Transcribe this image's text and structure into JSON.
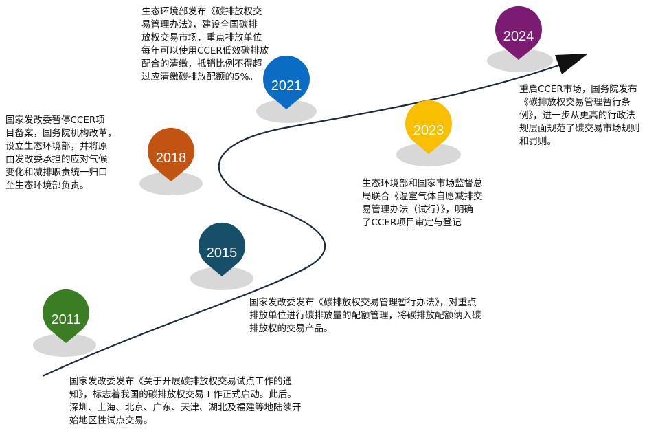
{
  "events": [
    {
      "year": "2011",
      "color": "#3b7d23",
      "text": "国家发改委发布《关于开展碳排放权交易试点工作的通\n知》，标志着我国的碳排放权交易工作正式启动。此后。\n深圳、上海、北京、广东、天津、湖北及福建等地陆续开\n始地区性试点交易。"
    },
    {
      "year": "2015",
      "color": "#174e68",
      "text": "国家发改委发布《碳排放权交易管理暂行办法》，对重点\n排放单位进行碳排放量的配额管理，将碳排放配额纳入碳\n排放权的交易产品。"
    },
    {
      "year": "2018",
      "color": "#c25413",
      "text": "国家发改委暂停CCER项\n目备案，国务院机构改革，\n设立生态环境部，并将原\n由发改委承担的应对气候\n变化和减排职责统一归口\n至生态环境部负责。"
    },
    {
      "year": "2021",
      "color": "#0b6cc4",
      "text": "生态环境部发布《碳排放权交\n易管理办法》，建设全国碳排\n放权交易市场，重点排放单位\n每年可以使用CCER低效碳排放\n配合的清缴，抵销比例不得超\n过应清缴碳排放配额的5%。"
    },
    {
      "year": "2023",
      "color": "#f8bf00",
      "text": "生态环境部和国家市场监督总\n局联合《温室气体自愿减排交\n易管理办法（试行）》，明确\n了CCER项目审定与登记"
    },
    {
      "year": "2024",
      "color": "#7c1b72",
      "text": "重启CCER市场，国务院发布\n《碳排放权交易管理暂行条\n例》，进一步从更高的行政法\n规层面规范了碳交易市场规则\n和罚则。"
    }
  ]
}
